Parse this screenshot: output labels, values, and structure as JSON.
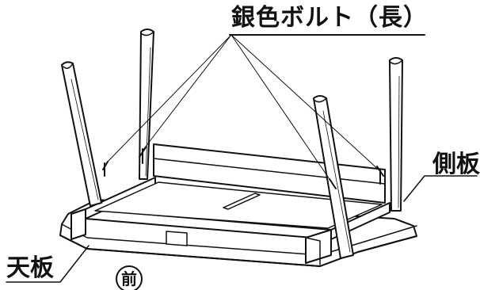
{
  "labels": {
    "bolt": "銀色ボルト（長）",
    "side_panel": "側板",
    "top_panel": "天板",
    "front": "前"
  },
  "colors": {
    "ink": "#111111",
    "panel_fill": "#ffffff",
    "shade_fill": "#d9d9d9"
  }
}
